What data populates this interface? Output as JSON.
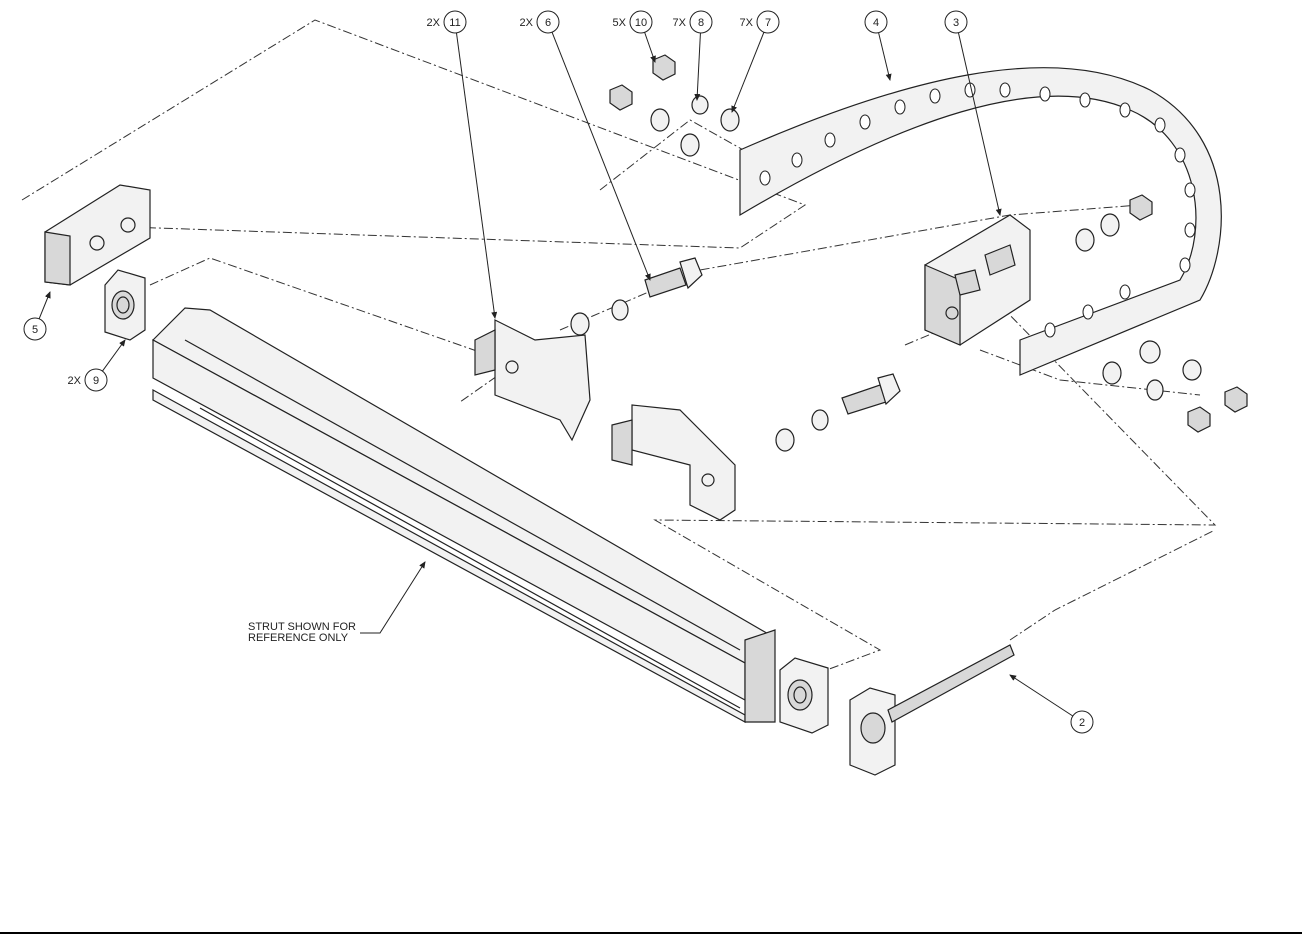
{
  "balloons": [
    {
      "qty": "2X",
      "number": "11"
    },
    {
      "qty": "2X",
      "number": "6"
    },
    {
      "qty": "5X",
      "number": "10"
    },
    {
      "qty": "7X",
      "number": "8"
    },
    {
      "qty": "7X",
      "number": "7"
    },
    {
      "qty": "",
      "number": "4"
    },
    {
      "qty": "",
      "number": "3"
    },
    {
      "qty": "",
      "number": "5"
    },
    {
      "qty": "2X",
      "number": "9"
    },
    {
      "qty": "",
      "number": "2"
    }
  ],
  "note": {
    "line1": "STRUT SHOWN FOR",
    "line2": "REFERENCE ONLY"
  }
}
